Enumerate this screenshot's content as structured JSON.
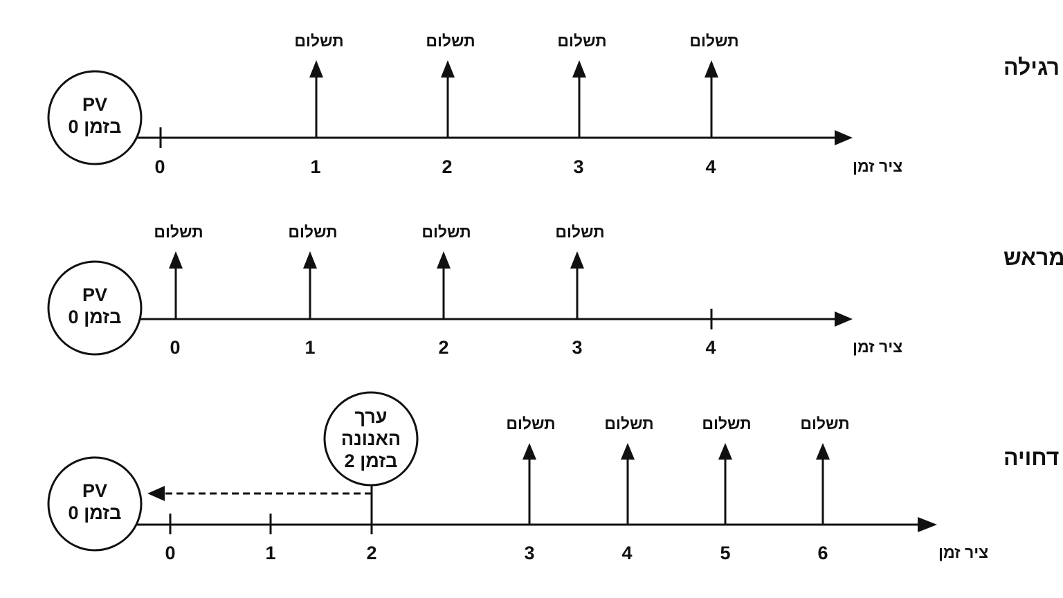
{
  "diagram": {
    "axis_label": "ציר זמן",
    "payment_label": "תשלום",
    "rows": [
      {
        "title": "אנונה רגילה",
        "ticks": [
          "0",
          "1",
          "2",
          "3",
          "4"
        ],
        "payments_at": [
          "1",
          "2",
          "3",
          "4"
        ],
        "pv_circle": [
          "PV",
          "בזמן 0"
        ]
      },
      {
        "title": "אנונה מראש",
        "ticks": [
          "0",
          "1",
          "2",
          "3",
          "4"
        ],
        "payments_at": [
          "0",
          "1",
          "2",
          "3"
        ],
        "pv_circle": [
          "PV",
          "בזמן 0"
        ]
      },
      {
        "title": "סדרה דחויה",
        "ticks": [
          "0",
          "1",
          "2",
          "3",
          "4",
          "5",
          "6"
        ],
        "payments_at": [
          "3",
          "4",
          "5",
          "6"
        ],
        "pv_circle": [
          "PV",
          "בזמן 0"
        ],
        "annuity_circle": [
          "ערך",
          "האנונה",
          "בזמן 2"
        ],
        "discount_arrow": "dashed arrow from annuity value at time 2 back to PV at time 0"
      }
    ]
  }
}
